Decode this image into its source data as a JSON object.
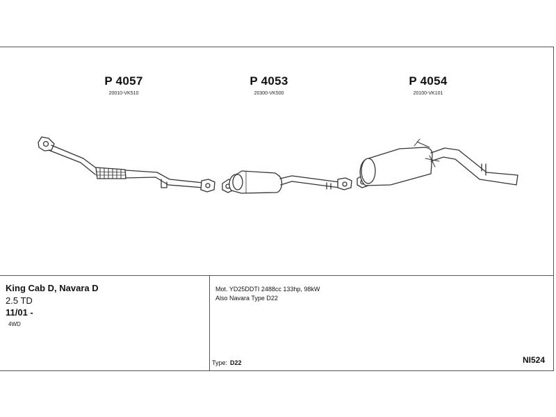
{
  "parts": [
    {
      "number": "P 4057",
      "code": "20010-VK510"
    },
    {
      "number": "P 4053",
      "code": "20300-VK500"
    },
    {
      "number": "P 4054",
      "code": "20100-VK101"
    }
  ],
  "vehicle": {
    "name": "King Cab D, Navara D",
    "engine": "2.5 TD",
    "date": "11/01 -",
    "drive": "4WD"
  },
  "notes": {
    "line1": "Mot. YD25DDTI 2488cc 133hp, 98kW",
    "line2": "Also Navara Type D22"
  },
  "type": {
    "label": "Type:",
    "value": "D22"
  },
  "catalog_code": "NI524",
  "colors": {
    "line": "#555555",
    "ink": "#111111"
  }
}
